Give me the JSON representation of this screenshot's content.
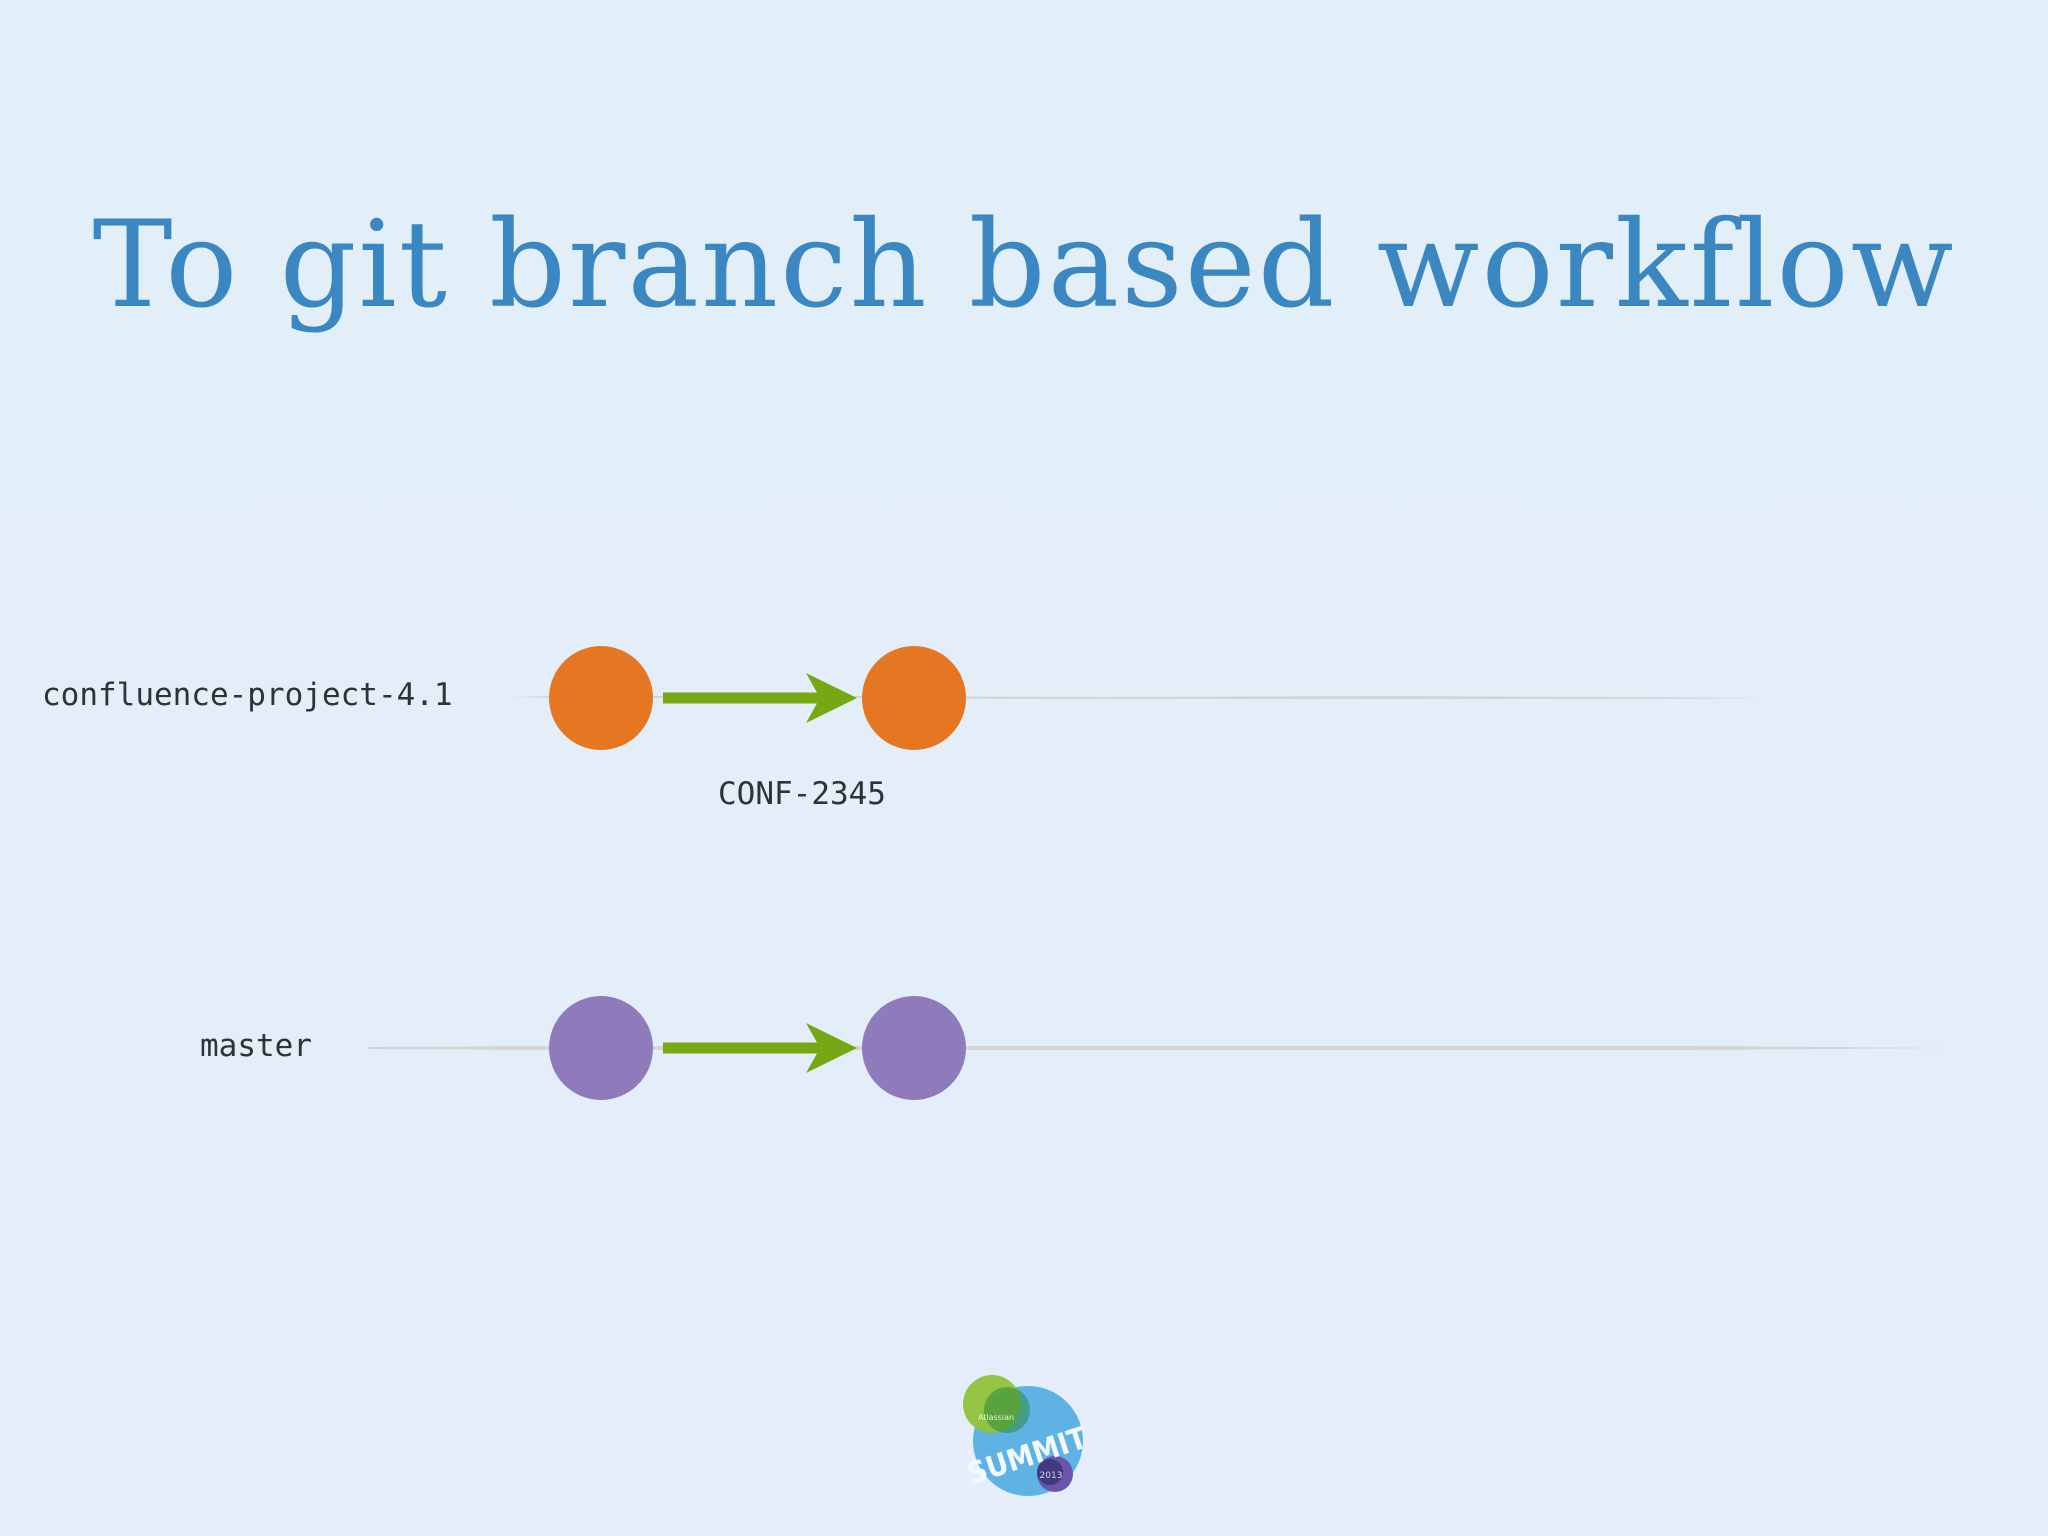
{
  "slide": {
    "title": "To git branch based workflow"
  },
  "branches": [
    {
      "id": "project",
      "label": "confluence-project-4.1",
      "commit_color": "#e57722",
      "commit_count": 2,
      "merge_label": "CONF-2345"
    },
    {
      "id": "master",
      "label": "master",
      "commit_color": "#8f7bbb",
      "commit_count": 2
    }
  ],
  "colors": {
    "arrow": "#76a814",
    "timeline": "#d3d0d0",
    "title": "#3a87c2",
    "label_text": "#2f3338"
  },
  "logo": {
    "text": "SUMMIT",
    "brand": "Atlassian",
    "year": "2013",
    "icon": "atlassian-summit-logo"
  }
}
